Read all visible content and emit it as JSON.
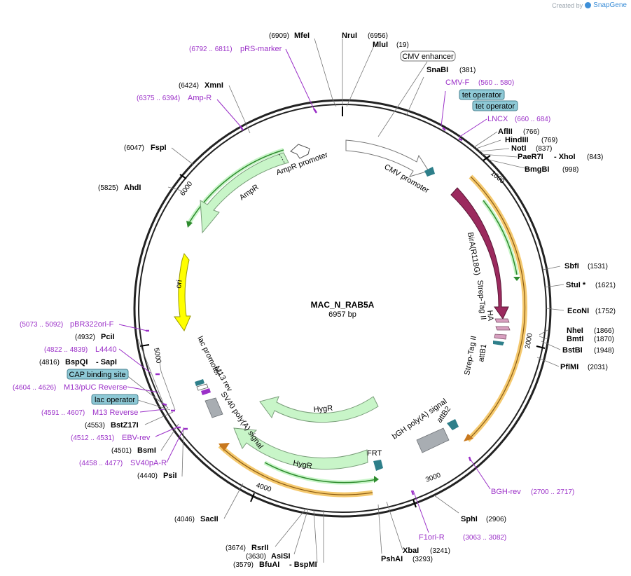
{
  "credit": {
    "prefix": "Created by",
    "brand": "SnapGene"
  },
  "plasmid": {
    "name": "MAC_N_RAB5A",
    "size_label": "6957 bp",
    "length": 6957
  },
  "ticks": [
    "1000",
    "2000",
    "3000",
    "4000",
    "5000",
    "6000"
  ],
  "sites": [
    {
      "name": "MfeI",
      "pos": "(6909)"
    },
    {
      "name": "NruI",
      "pos": "(6956)"
    },
    {
      "name": "MluI",
      "pos": "(19)"
    },
    {
      "name": "SnaBI",
      "pos": "(381)"
    },
    {
      "name": "AflII",
      "pos": "(766)"
    },
    {
      "name": "HindIII",
      "pos": "(769)"
    },
    {
      "name": "NotI",
      "pos": "(837)"
    },
    {
      "name": "PaeR7I",
      "pos": "(843)",
      "extra": "- XhoI"
    },
    {
      "name": "BmgBI",
      "pos": "(998)"
    },
    {
      "name": "SbfI",
      "pos": "(1531)"
    },
    {
      "name": "StuI *",
      "pos": "(1621)"
    },
    {
      "name": "EcoNI",
      "pos": "(1752)"
    },
    {
      "name": "NheI",
      "pos": "(1866)"
    },
    {
      "name": "BmtI",
      "pos": "(1870)"
    },
    {
      "name": "BstBI",
      "pos": "(1948)"
    },
    {
      "name": "PflMI",
      "pos": "(2031)"
    },
    {
      "name": "SphI",
      "pos": "(2906)"
    },
    {
      "name": "XbaI",
      "pos": "(3241)"
    },
    {
      "name": "PshAI",
      "pos": "(3293)"
    },
    {
      "name": "RsrII",
      "pos": "(3674)"
    },
    {
      "name": "AsiSI",
      "pos": "(3630)"
    },
    {
      "name": "BfuAI",
      "pos": "(3579)",
      "extra": "- BspMI"
    },
    {
      "name": "SacII",
      "pos": "(4046)"
    },
    {
      "name": "PsiI",
      "pos": "(4440)"
    },
    {
      "name": "BsmI",
      "pos": "(4501)"
    },
    {
      "name": "BstZ17I",
      "pos": "(4553)"
    },
    {
      "name": "BspQI",
      "pos": "(4816)",
      "extra": "- SapI"
    },
    {
      "name": "PciI",
      "pos": "(4932)"
    },
    {
      "name": "AhdI",
      "pos": "(5825)"
    },
    {
      "name": "FspI",
      "pos": "(6047)"
    },
    {
      "name": "XmnI",
      "pos": "(6424)"
    }
  ],
  "primers": [
    {
      "name": "pRS-marker",
      "pos": "(6792 .. 6811)"
    },
    {
      "name": "Amp-R",
      "pos": "(6375 .. 6394)"
    },
    {
      "name": "CMV-F",
      "pos": "(560 .. 580)"
    },
    {
      "name": "LNCX",
      "pos": "(660 .. 684)"
    },
    {
      "name": "BGH-rev",
      "pos": "(2700 .. 2717)"
    },
    {
      "name": "F1ori-R",
      "pos": "(3063 .. 3082)"
    },
    {
      "name": "pBR322ori-F",
      "pos": "(5073 .. 5092)"
    },
    {
      "name": "L4440",
      "pos": "(4822 .. 4839)"
    },
    {
      "name": "M13/pUC Reverse",
      "pos": "(4604 .. 4626)"
    },
    {
      "name": "M13 Reverse",
      "pos": "(4591 .. 4607)"
    },
    {
      "name": "EBV-rev",
      "pos": "(4512 .. 4531)"
    },
    {
      "name": "SV40pA-R",
      "pos": "(4458 .. 4477)"
    }
  ],
  "boxed_features": [
    {
      "name": "CMV enhancer",
      "style": "white"
    },
    {
      "name": "tet operator",
      "style": "teal"
    },
    {
      "name": "tet operator",
      "style": "teal"
    },
    {
      "name": "CAP binding site",
      "style": "teal"
    },
    {
      "name": "lac operator",
      "style": "teal"
    }
  ],
  "feature_labels": {
    "cmv_promoter": "CMV promoter",
    "birA": "BirA(R118G)",
    "strep_tag_1": "Strep-Tag II",
    "ha": "HA",
    "strep_tag_2": "Strep-Tag II",
    "attB1": "attB1",
    "attB2": "attB2",
    "bgh": "bGH poly(A) signal",
    "frt": "FRT",
    "hygr_inner": "HygR",
    "hygr_outer": "HygR",
    "sv40": "SV40 poly(A) signal",
    "m13rev": "M13 rev",
    "lac_promoter": "lac promoter",
    "ori": "ori",
    "ampr": "AmpR",
    "ampr_promoter": "AmpR promoter"
  },
  "colors": {
    "birA": "#9b2a5e",
    "ori": "#ffff00",
    "resistance": "#c8f5c8",
    "resistance_line": "#2e8b2e",
    "orange_band": "#f5c96e",
    "primer": "#9b30c8",
    "teal_box": "#8ec9d6",
    "polyA": "#a8adb2",
    "tag_pink": "#d8a0c0",
    "frt_teal": "#2e7f8a"
  }
}
